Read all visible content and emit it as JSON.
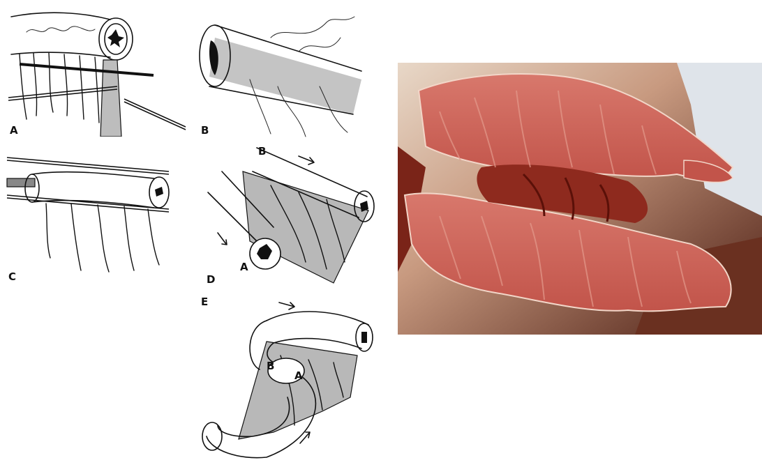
{
  "figure": {
    "panel_labels": {
      "a": "A",
      "b": "B",
      "c": "C",
      "d": "D",
      "e": "E"
    },
    "inset_labels": {
      "d_top": "B",
      "d_bottom": "A",
      "e_left": "B",
      "e_right": "A"
    }
  },
  "photo": {
    "colors": {
      "tissue": "#c2544a",
      "tissue_light": "#d8786c",
      "tissue_dark": "#7a2418",
      "background": "#5a2418",
      "drape": "#dfe4ea"
    }
  }
}
